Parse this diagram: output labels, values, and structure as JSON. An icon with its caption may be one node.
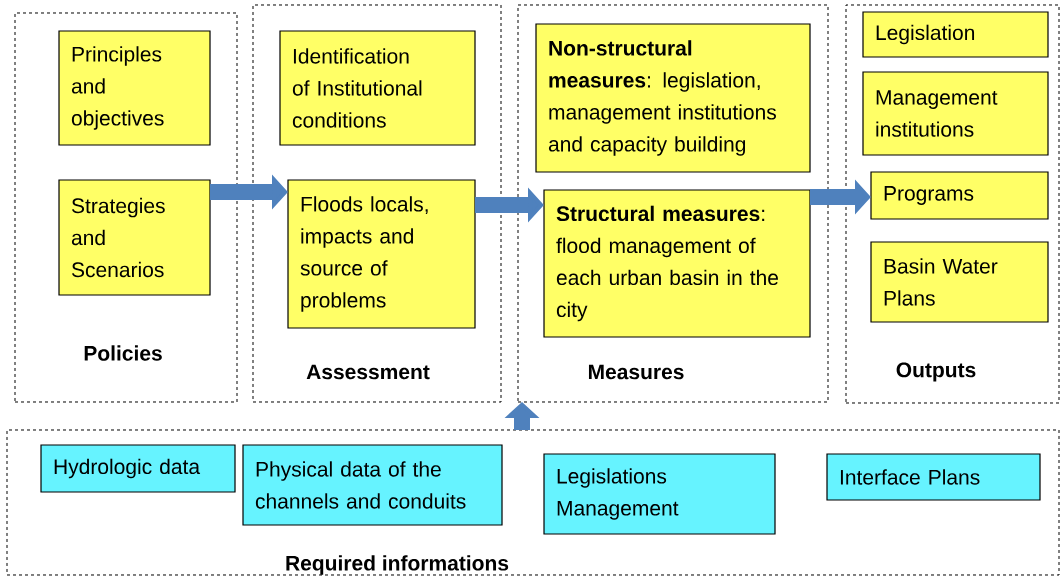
{
  "diagram": {
    "nodes": [
      {
        "text": [
          "Policies"
        ]
      },
      {
        "text": [
          "Principles and objectives"
        ],
        "in": 0
      },
      {
        "text": [
          "Strategies and Scenarios"
        ],
        "in": 0
      },
      {
        "text": [
          "Assessment"
        ]
      },
      {
        "text": [
          "Identification of Institutional conditions"
        ],
        "in": 3
      },
      {
        "text": [
          "Floods locals, impacts and source of problems"
        ],
        "in": 3
      },
      {
        "text": [
          "Measures"
        ]
      },
      {
        "text": [
          "**Non-structural measures**: legislation, management institutions and capacity building"
        ],
        "in": 6
      },
      {
        "text": [
          "**Structural measures**: flood management of each urban basin in the city"
        ],
        "in": 6
      },
      {
        "text": [
          "Outputs"
        ]
      },
      {
        "text": [
          "Legislation"
        ],
        "in": 9
      },
      {
        "text": [
          "Management institutions"
        ],
        "in": 9
      },
      {
        "text": [
          "Programs"
        ],
        "in": 9
      },
      {
        "text": [
          "Basin Water Plans"
        ],
        "in": 9
      },
      {
        "text": [
          "Required informations"
        ]
      },
      {
        "text": [
          "Hydrologic data"
        ],
        "in": 14
      },
      {
        "text": [
          "Physical data of the channels and conduits"
        ],
        "in": 14
      },
      {
        "text": [
          "Legislations Management"
        ],
        "in": 14
      },
      {
        "text": [
          "Interface Plans"
        ],
        "in": 14
      }
    ],
    "edges": [
      {
        "from": 2,
        "to": 5,
        "arrow": "to",
        "color": "#4f81bd"
      },
      {
        "from": 5,
        "to": 8,
        "arrow": "to",
        "color": "#4f81bd"
      },
      {
        "from": 8,
        "to": 12,
        "arrow": "to",
        "color": "#4f81bd"
      },
      {
        "from": 14,
        "to": 6,
        "arrow": "to",
        "color": "#4f81bd"
      }
    ]
  }
}
